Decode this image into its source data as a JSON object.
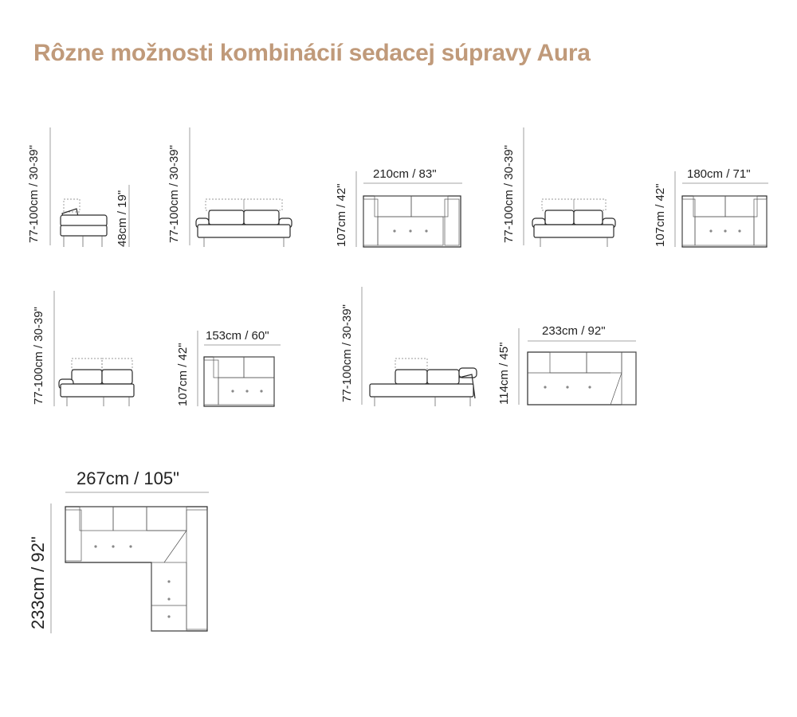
{
  "title": "Rôzne možnosti kombinácií sedacej súpravy Aura",
  "colors": {
    "title": "#c09a7a",
    "lines": "#2a2a2a",
    "text": "#222222"
  },
  "labels": {
    "backrest_range": "77-100cm / 30-39\"",
    "seat_height": "48cm / 19\"",
    "depth_107": "107cm / 42\"",
    "depth_114": "114cm / 45\"",
    "width_210": "210cm / 83\"",
    "width_180": "180cm / 71\"",
    "width_153": "153cm / 60\"",
    "width_233": "233cm / 92\"",
    "width_267": "267cm / 105\"",
    "depth_233": "233cm / 92\""
  }
}
